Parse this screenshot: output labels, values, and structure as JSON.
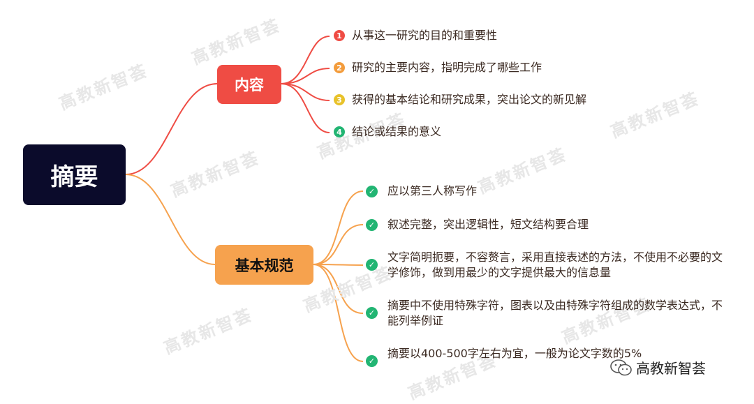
{
  "watermark": "高教新智荟",
  "root": {
    "label": "摘要"
  },
  "branches": {
    "content": {
      "label": "内容",
      "color": "#ef4c44",
      "items": [
        {
          "num": "1",
          "text": "从事这一研究的目的和重要性",
          "color": "#ef4c44"
        },
        {
          "num": "2",
          "text": "研究的主要内容，指明完成了哪些工作",
          "color": "#f39c3c"
        },
        {
          "num": "3",
          "text": "获得的基本结论和研究成果，突出论文的新见解",
          "color": "#e8c22a"
        },
        {
          "num": "4",
          "text": "结论或结果的意义",
          "color": "#22b573"
        }
      ]
    },
    "norms": {
      "label": "基本规范",
      "color": "#f6a24e",
      "items": [
        {
          "text": "应以第三人称写作"
        },
        {
          "text": "叙述完整，突出逻辑性，短文结构要合理"
        },
        {
          "text": "文字简明扼要，不容赘言，采用直接表述的方法，不使用不必要的文学修饰，做到用最少的文字提供最大的信息量"
        },
        {
          "text": "摘要中不使用特殊字符，图表以及由特殊字符组成的数学表达式，不能列举例证"
        },
        {
          "text": "摘要以400-500字左右为宜，一般为论文字数的5%"
        }
      ]
    }
  },
  "brand": {
    "label": "高教新智荟",
    "icon": "wechat-icon"
  }
}
